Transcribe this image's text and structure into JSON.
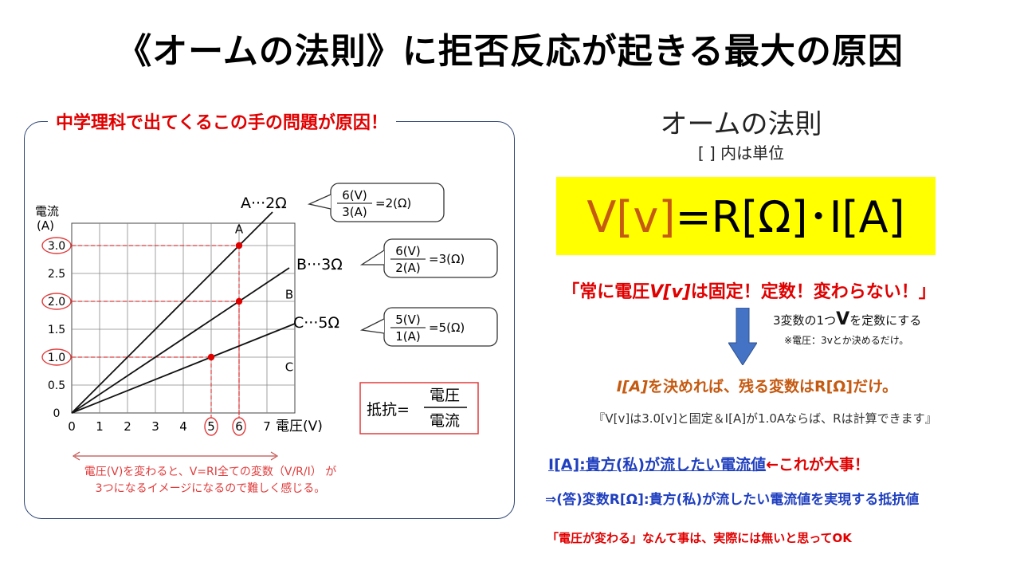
{
  "title": "《オームの法則》に拒否反応が起きる最大の原因",
  "left_panel": {
    "caption": "中学理科で出てくるこの手の問題が原因！",
    "note_line1": "電圧(V)を変わると、V=RI全ての変数（V/R/I） が",
    "note_line2": "3つになるイメージになるので難しく感じる。"
  },
  "chart_data": {
    "type": "line",
    "ylabel": "電流",
    "yunit": "(A)",
    "xlabel": "電圧(V)",
    "xlim": [
      0,
      8
    ],
    "ylim": [
      0,
      3.4
    ],
    "x_ticks": [
      "0",
      "1",
      "2",
      "3",
      "4",
      "5",
      "6",
      "7"
    ],
    "y_ticks": [
      "0",
      "0.5",
      "1.0",
      "1.5",
      "2.0",
      "2.5",
      "3.0"
    ],
    "circled_x": [
      "5",
      "6"
    ],
    "circled_y": [
      "1.0",
      "2.0",
      "3.0"
    ],
    "series": [
      {
        "name": "A",
        "points": [
          [
            0,
            0
          ],
          [
            6,
            3.0
          ],
          [
            7.2,
            3.6
          ]
        ]
      },
      {
        "name": "B",
        "points": [
          [
            0,
            0
          ],
          [
            6,
            2.0
          ],
          [
            7.8,
            2.6
          ]
        ]
      },
      {
        "name": "C",
        "points": [
          [
            0,
            0
          ],
          [
            5,
            1.0
          ],
          [
            8,
            1.6
          ]
        ]
      }
    ],
    "markers": [
      [
        6,
        3.0
      ],
      [
        6,
        2.0
      ],
      [
        5,
        1.0
      ]
    ],
    "callouts": [
      {
        "label": "A···2Ω",
        "num": "6(V)",
        "den": "3(A)",
        "result": "=2(Ω)"
      },
      {
        "label": "B···3Ω",
        "num": "6(V)",
        "den": "2(A)",
        "result": "=3(Ω)"
      },
      {
        "label": "C···5Ω",
        "num": "5(V)",
        "den": "1(A)",
        "result": "=5(Ω)"
      }
    ],
    "resistance_box": {
      "lhs": "抵抗=",
      "num": "電圧",
      "den": "電流"
    }
  },
  "right_panel": {
    "law_title": "オームの法則",
    "unit_note": "[ ] 内は単位",
    "formula": {
      "v": "V[v]",
      "rest": "=R[Ω]･I[A]"
    },
    "constant_note_a": "「常に電圧",
    "constant_note_var": "V[v]",
    "constant_note_b": "は固定！定数！変わらない！」",
    "side_note_a": "3変数の1つ",
    "side_note_v": "V",
    "side_note_b": "を定数にする",
    "side_note_2": "※電圧：3vとか決めるだけ。",
    "orange_line_var": "I[A]",
    "orange_line_text": "を決めれば、残る変数は",
    "orange_line_r": "R[Ω]",
    "orange_line_end": "だけ。",
    "example": "『V[v]は3.0[v]と固定＆I[A]が1.0Aならば、Rは計算できます』",
    "blue_line_u": "I[A]:貴方(私)が流したい電流値",
    "blue_line_r": "←これが大事！",
    "answer_line": "⇒(答)変数R[Ω]:貴方(私)が流したい電流値を実現する抵抗値",
    "final_line": "「電圧が変わる」なんて事は、実際には無いと思ってOK"
  },
  "colors": {
    "red": "#e00000",
    "orange": "#c55a11",
    "blue": "#1f3fbf",
    "yellow": "#ffff00",
    "arrow_blue": "#4472c4",
    "frame": "#2c4373"
  }
}
